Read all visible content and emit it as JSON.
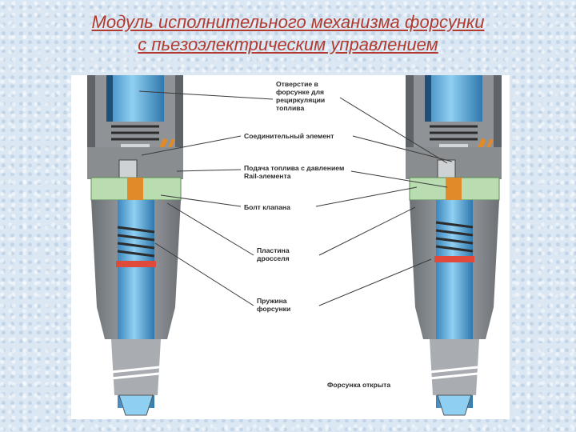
{
  "title": {
    "line1": "Модуль исполнительного механизма форсунки",
    "line2": "с пьезоэлектрическим управлением"
  },
  "labels": {
    "recirculation": [
      "Отверстие в",
      "форсунке для",
      "рециркуляции",
      "топлива"
    ],
    "coupling": [
      "Соединительный элемент"
    ],
    "rail_supply": [
      "Подача топлива с давлением",
      "Rail-элемента"
    ],
    "valve_bolt": [
      "Болт клапана"
    ],
    "throttle_plate": [
      "Пластина",
      "дросселя"
    ],
    "nozzle_spring": [
      "Пружина",
      "форсунки"
    ],
    "nozzle_open": [
      "Форсунка открыта"
    ]
  },
  "colors": {
    "title": "#b23a2e",
    "body": "#8a8d90",
    "body_dark": "#555a5e",
    "blue": "#5aa8d8",
    "orange": "#e08a2a",
    "green": "#b9ddb0",
    "red": "#e04a3a"
  }
}
